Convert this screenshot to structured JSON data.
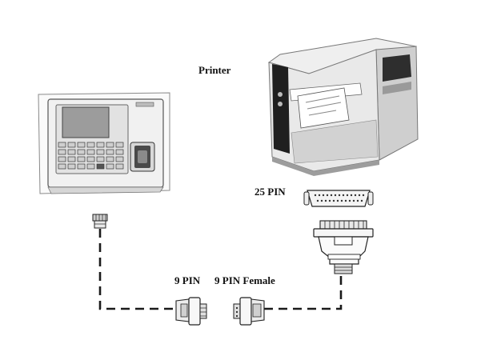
{
  "labels": {
    "printer": "Printer",
    "pin25": "25 PIN",
    "pin9": "9 PIN",
    "pin9female": "9 PIN Female"
  },
  "colors": {
    "cable": "#1a1a1a",
    "device_body": "#f3f3f3",
    "device_outline": "#4a4a4a",
    "printer_body": "#e6e6e6",
    "printer_shadow": "#b9b9b9"
  },
  "icons": {
    "terminal": "fingerprint-terminal-icon",
    "printer": "label-printer-icon",
    "connector25": "db25-connector-icon",
    "connector9m": "db9-male-connector-icon",
    "connector9f": "db9-female-connector-icon",
    "rj45": "rj-plug-icon"
  }
}
